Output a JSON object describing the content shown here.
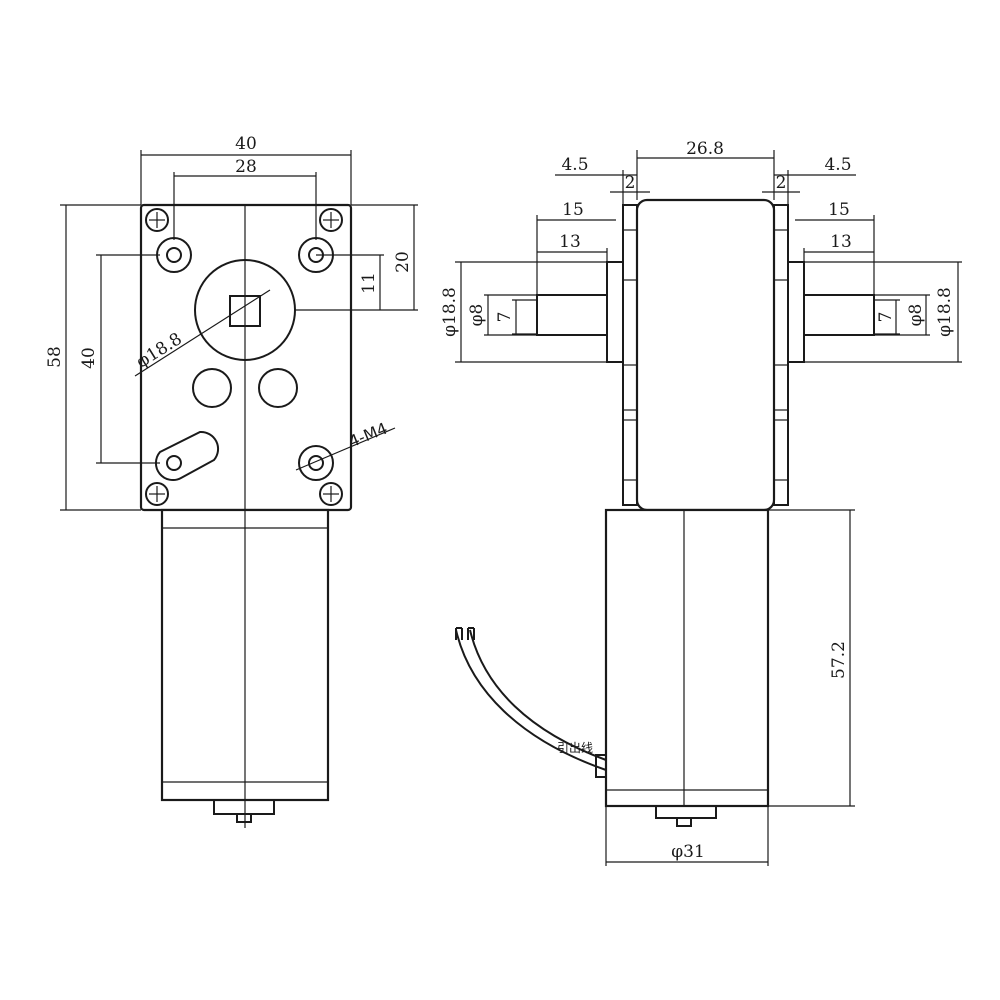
{
  "front_view": {
    "width_dim": "40",
    "hole_spacing_dim": "28",
    "height_dim": "58",
    "vertical_hole_spacing_dim": "40",
    "shaft_offset_dim": "11",
    "top_to_shaft_dim": "20",
    "shaft_diameter_dim": "φ18.8",
    "thread_callout": "4-M4"
  },
  "side_view": {
    "gearbox_width_dim": "26.8",
    "left_flange_dim": "4.5",
    "left_gap_dim": "2",
    "left_shaft_len_15": "15",
    "left_shaft_len_13": "13",
    "left_boss_dia": "φ18.8",
    "left_shaft_dia": "φ8",
    "left_flat_dim": "7",
    "right_flange_dim": "4.5",
    "right_gap_dim": "2",
    "right_shaft_len_15": "15",
    "right_shaft_len_13": "13",
    "right_boss_dia": "φ18.8",
    "right_shaft_dia": "φ8",
    "right_flat_dim": "7",
    "motor_length_dim": "57.2",
    "motor_diameter_dim": "φ31",
    "lead_wire_label": "引出线"
  }
}
